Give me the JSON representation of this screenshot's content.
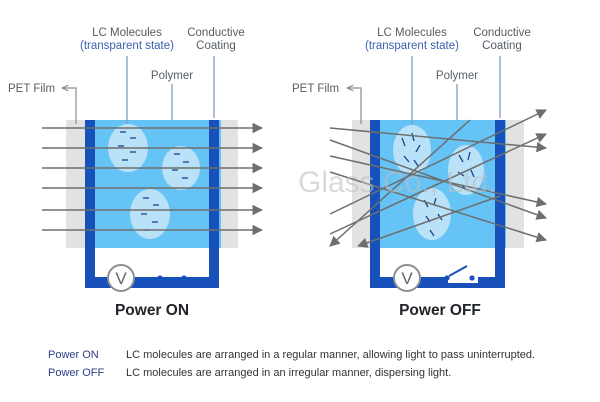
{
  "left_panel": {
    "lc_title": "LC Molecules",
    "lc_state": "(transparent state)",
    "coating": [
      "Conductive",
      "Coating"
    ],
    "polymer": "Polymer",
    "pet": "PET Film",
    "voltmeter": "V",
    "title": "Power ON"
  },
  "right_panel": {
    "lc_title": "LC Molecules",
    "lc_state": "(transparent state)",
    "coating": [
      "Conductive",
      "Coating"
    ],
    "polymer": "Polymer",
    "pet": "PET Film",
    "voltmeter": "V",
    "title": "Power OFF"
  },
  "watermark": "Glass Co., Ltd.",
  "legend": [
    {
      "key": "Power ON",
      "text": "LC molecules are arranged in a regular manner, allowing light to pass uninterrupted."
    },
    {
      "key": "Power OFF",
      "text": "LC molecules are arranged in an irregular manner, dispersing light."
    }
  ],
  "colors": {
    "pet": "#e2e2e2",
    "lc_layer": "#66c3f5",
    "electrode": "#1650b8",
    "molecule": "#c2e5f8",
    "light_ray": "#6e6e6e",
    "callout": "#7f9cc3"
  }
}
